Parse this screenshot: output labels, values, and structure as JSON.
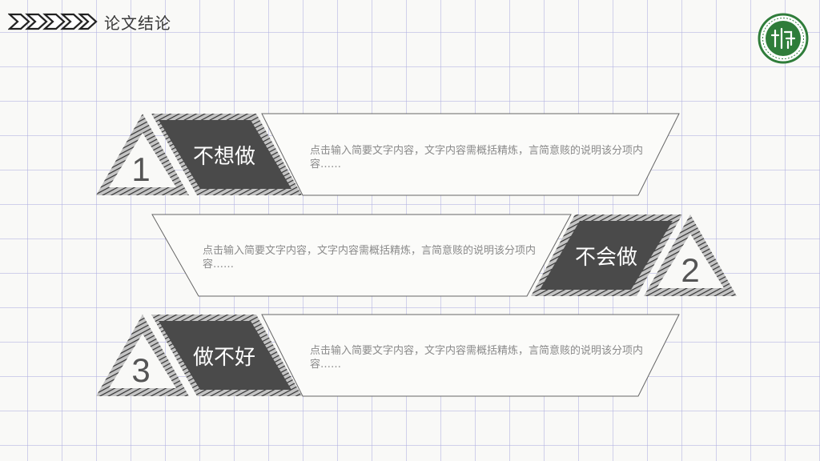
{
  "header": {
    "title": "论文结论"
  },
  "items": [
    {
      "number": "1",
      "label": "不想做",
      "description": "点击输入简要文字内容，文字内容需概括精炼，言简意赅的说明该分项内容……"
    },
    {
      "number": "2",
      "label": "不会做",
      "description": "点击输入简要文字内容，文字内容需概括精炼，言简意赅的说明该分项内容……"
    },
    {
      "number": "3",
      "label": "做不好",
      "description": "点击输入简要文字内容，文字内容需概括精炼，言简意赅的说明该分项内容……"
    }
  ],
  "colors": {
    "dark_fill": "#4a4a4a",
    "outline": "#555555",
    "logo_green": "#2f7d3a"
  },
  "icons": {
    "header": "chevrons-right-icon",
    "logo": "university-seal-icon"
  }
}
